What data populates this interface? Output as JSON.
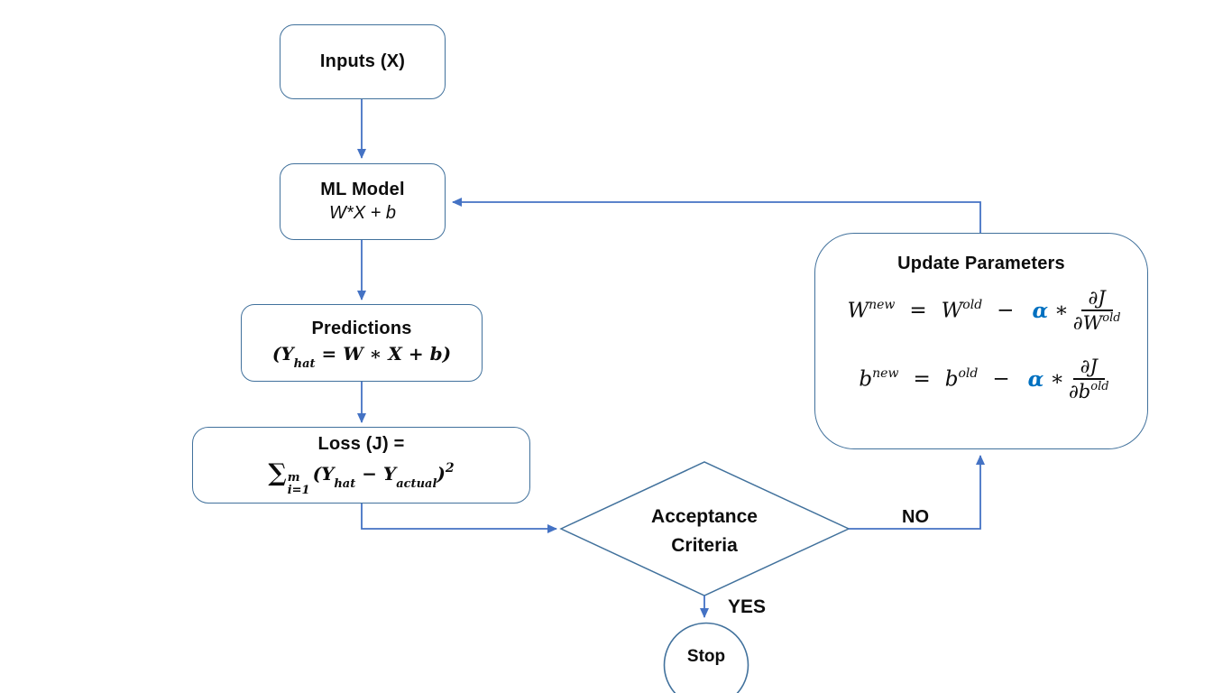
{
  "diagram": {
    "type": "flowchart",
    "topic": "ML model training loop (gradient descent)",
    "colors": {
      "background": "#ffffff",
      "connector_blue": "#4472C4",
      "shape_border_blue": "#41719C",
      "text_black": "#0d0d0d",
      "alpha_blue": "#0070C0"
    }
  },
  "nodes": {
    "inputs": {
      "label": "Inputs (X)"
    },
    "ml_model": {
      "title": "ML Model",
      "formula": "W*X + b"
    },
    "predictions": {
      "title": "Predictions",
      "eq": {
        "open": "(Y",
        "sub": "hat",
        "rest": " = W ∗ X + b)"
      }
    },
    "loss": {
      "title": "Loss (J) =",
      "eq": {
        "sigma": "∑",
        "upper": "m",
        "lower": "i=1",
        "t1": "(Y",
        "s1": "hat",
        "t2": " − Y",
        "s2": "actual",
        "t3": ")",
        "power": "2"
      }
    },
    "acceptance": {
      "line1": "Acceptance",
      "line2": "Criteria"
    },
    "update": {
      "title": "Update Parameters",
      "eq_w": {
        "lhs": "W",
        "lhs_sup": "new",
        "equals": "=",
        "rhs": "W",
        "rhs_sup": "old",
        "minus": "−",
        "alpha": "α",
        "ast": "∗",
        "numerator": "∂J",
        "den": "∂W",
        "den_sup": "old"
      },
      "eq_b": {
        "lhs": "b",
        "lhs_sup": "new",
        "equals": "=",
        "rhs": "b",
        "rhs_sup": "old",
        "minus": "−",
        "alpha": "α",
        "ast": "∗",
        "numerator": "∂J",
        "den": "∂b",
        "den_sup": "old"
      }
    },
    "stop": {
      "label": "Stop"
    }
  },
  "edges": {
    "no_label": "NO",
    "yes_label": "YES"
  }
}
